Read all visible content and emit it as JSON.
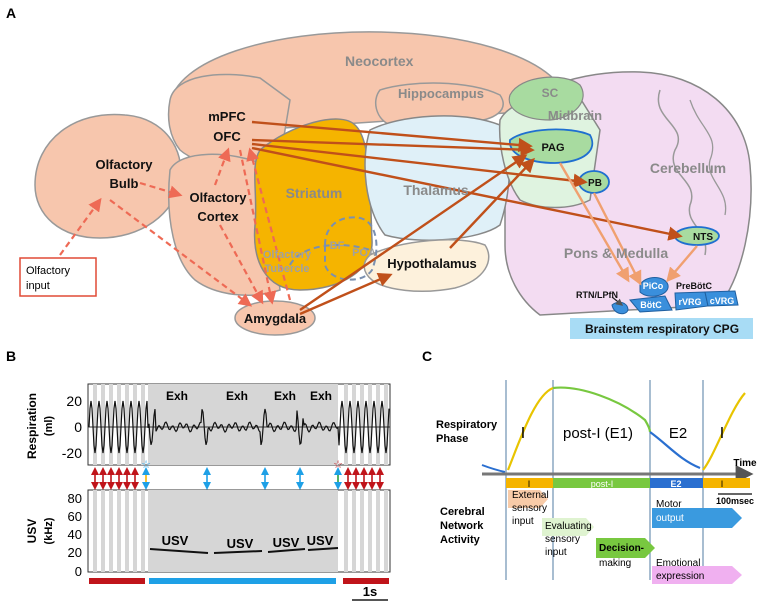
{
  "panel_a": {
    "letter": "A",
    "regions": {
      "neocortex": "Neocortex",
      "hippocampus": "Hippocampus",
      "sc": "SC",
      "midbrain": "Midbrain",
      "cerebellum": "Cerebellum",
      "mpfc": "mPFC",
      "ofc": "OFC",
      "pag": "PAG",
      "olfactory_bulb_1": "Olfactory",
      "olfactory_bulb_2": "Bulb",
      "olfactory_cortex_1": "Olfactory",
      "olfactory_cortex_2": "Cortex",
      "striatum": "Striatum",
      "thalamus": "Thalamus",
      "pb": "PB",
      "nts": "NTS",
      "olfactory_tubercle_1": "Olfactory",
      "olfactory_tubercle_2": "Tubercle",
      "bf": "BF",
      "poa": "POA",
      "hypothalamus": "Hypothalamus",
      "pons_medulla": "Pons & Medulla",
      "amygdala": "Amygdala",
      "picO": "PiCo",
      "prebotc": "PreBötC",
      "rtn": "RTN/LPfN",
      "botc": "BötC",
      "rvrg": "rVRG",
      "cvrg": "cVRG",
      "cpg": "Brainstem respiratory CPG"
    },
    "olfactory_input_1": "Olfactory",
    "olfactory_input_2": "input"
  },
  "panel_b": {
    "letter": "B",
    "top_ylabel": "Respiration",
    "top_yunit": "(ml)",
    "top_ticks": [
      "20",
      "0",
      "-20"
    ],
    "exh_labels": [
      "Exh",
      "Exh",
      "Exh",
      "Exh"
    ],
    "bottom_ylabel": "USV",
    "bottom_yunit": "(kHz)",
    "bottom_ticks": [
      "80",
      "60",
      "40",
      "20",
      "0"
    ],
    "usv_labels": [
      "USV",
      "USV",
      "USV",
      "USV"
    ],
    "scale_bar": "1s"
  },
  "panel_c": {
    "letter": "C",
    "respiratory_phase_1": "Respiratory",
    "respiratory_phase_2": "Phase",
    "phase_i_left": "I",
    "phase_post_i": "post-I (E1)",
    "phase_e2": "E2",
    "phase_i_right": "I",
    "time_label": "Time",
    "bar_i": "I",
    "bar_post_i": "post-I",
    "bar_e2": "E2",
    "bar_i2": "I",
    "scale": "100msec",
    "cerebral_1": "Cerebral",
    "cerebral_2": "Network",
    "cerebral_3": "Activity",
    "external_1": "External",
    "external_2": "sensory",
    "external_3": "input",
    "evaluating_1": "Evaluating",
    "evaluating_2": "sensory",
    "evaluating_3": "input",
    "decision_1": "Decision-",
    "decision_2": "making",
    "motor_1": "Motor",
    "motor_2": "output",
    "emotional_1": "Emotional",
    "emotional_2": "expression"
  },
  "colors": {
    "cortex": "#f7c6ad",
    "striatum": "#f5b400",
    "thalamus": "#dff0f8",
    "midbrain": "#a8dba0",
    "brainstem": "#f3dcf2",
    "hypothalamus": "#fdf1dc",
    "arrow_dark": "#c0501a",
    "arrow_light": "#f0a070",
    "nucleus_blue": "#3a8fdc",
    "cpg_box": "#a8dcf5",
    "usv_bar_red": "#c0141a",
    "usv_bar_blue": "#1ea0e6"
  }
}
